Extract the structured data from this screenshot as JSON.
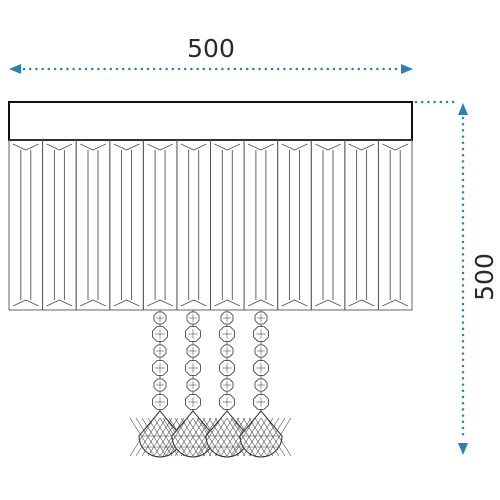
{
  "dimensions": {
    "width_label": "500",
    "height_label": "500",
    "line_color": "#2f7fb0"
  },
  "product": {
    "prism_panel_count": 12,
    "pendant_strand_count": 4
  }
}
